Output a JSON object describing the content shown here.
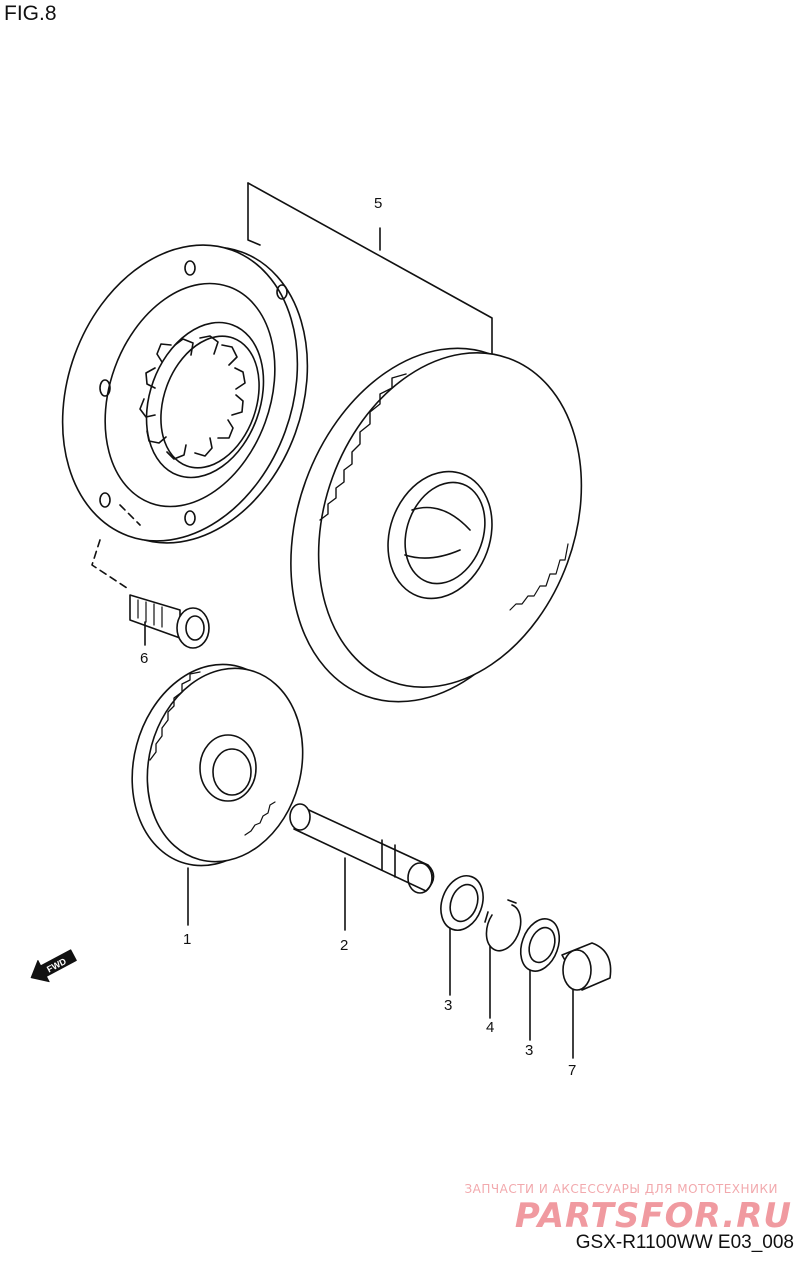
{
  "figure": {
    "title": "FIG.8"
  },
  "callouts": [
    "5",
    "6",
    "1",
    "2",
    "3",
    "4",
    "3",
    "7"
  ],
  "direction_badge": {
    "label": "FWD"
  },
  "watermark": {
    "tagline": "ЗАПЧАСТИ И АКСЕССУАРЫ ДЛЯ МОТОТЕХНИКИ",
    "logo": "PARTSFOR.RU",
    "color": "#f09aa0"
  },
  "footer": {
    "model_code": "GSX-R1100WW  E03_008"
  }
}
